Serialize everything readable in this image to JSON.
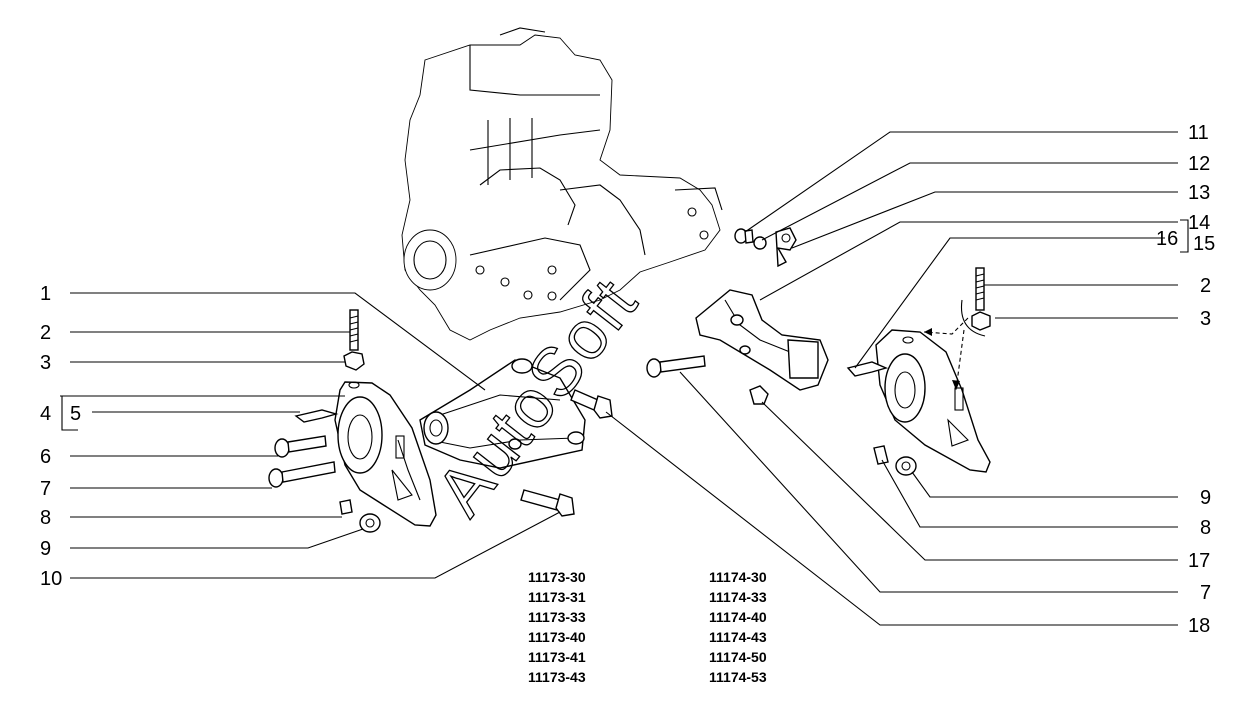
{
  "callouts": {
    "c1": "1",
    "c2l": "2",
    "c3l": "3",
    "c4": "4",
    "c5": "5",
    "c6": "6",
    "c7l": "7",
    "c8l": "8",
    "c9l": "9",
    "c10": "10",
    "c11": "11",
    "c12": "12",
    "c13": "13",
    "c14": "14",
    "c16": "16",
    "c15": "15",
    "c2r": "2",
    "c3r": "3",
    "c9r": "9",
    "c8r": "8",
    "c17": "17",
    "c7r": "7",
    "c18": "18"
  },
  "model_codes": {
    "left": [
      "11173-30",
      "11173-31",
      "11173-33",
      "11173-40",
      "11173-41",
      "11173-43"
    ],
    "right": [
      "11174-30",
      "11174-33",
      "11174-40",
      "11174-43",
      "11174-50",
      "11174-53"
    ]
  },
  "watermark": "AutoSoft"
}
